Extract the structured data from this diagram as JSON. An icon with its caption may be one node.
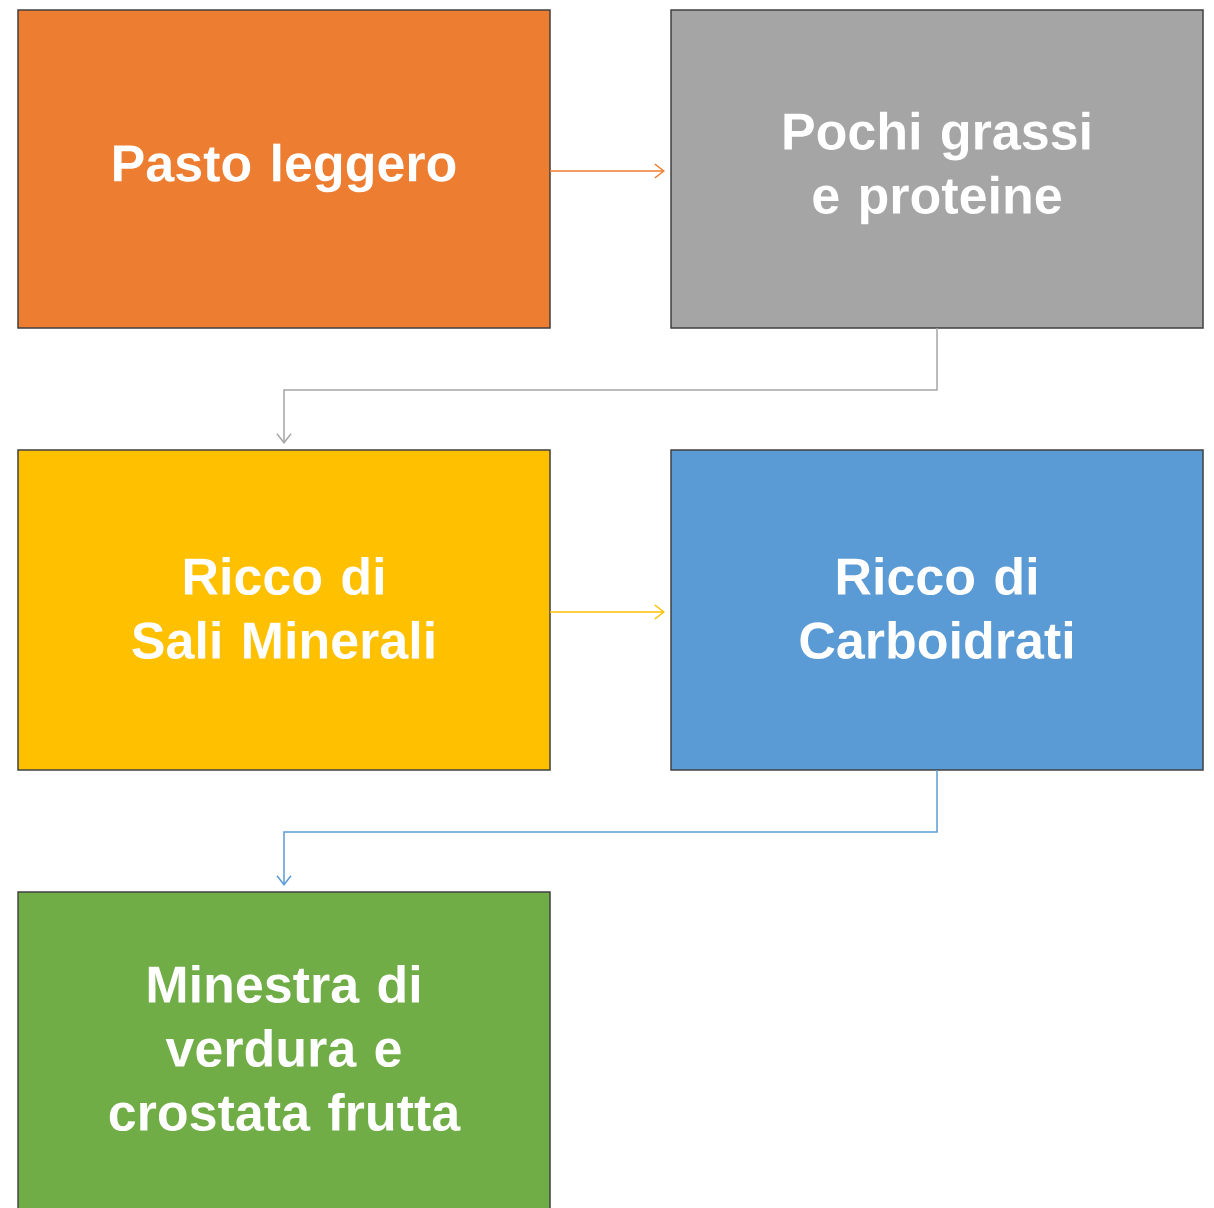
{
  "diagram": {
    "nodes": [
      {
        "text": [
          "Pasto leggero"
        ]
      },
      {
        "text": [
          "Pochi grassi e proteine"
        ]
      },
      {
        "text": [
          "Ricco di Sali Minerali"
        ]
      },
      {
        "text": [
          "Ricco di Carboidrati"
        ]
      },
      {
        "text": [
          "Minestra di verdura e crostata frutta"
        ]
      }
    ],
    "edges": [
      {
        "from": 0,
        "to": 1,
        "arrow": "to",
        "color": "#ed7d31"
      },
      {
        "from": 1,
        "to": 2,
        "arrow": "to",
        "color": "#a5a5a5"
      },
      {
        "from": 2,
        "to": 3,
        "arrow": "to",
        "color": "#ffc000"
      },
      {
        "from": 3,
        "to": 4,
        "arrow": "to",
        "color": "#5b9bd5"
      }
    ]
  }
}
